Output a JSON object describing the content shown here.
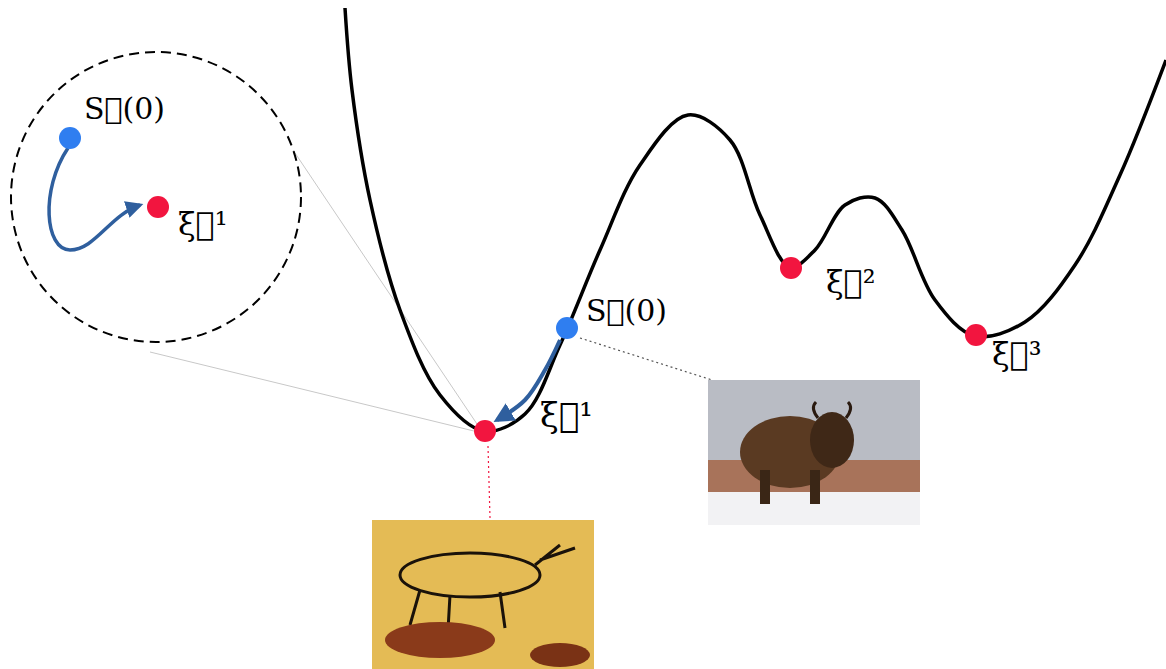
{
  "diagram": {
    "labels": [
      "S⃗(0)",
      "ξ⃗¹",
      "S⃗(0)",
      "ξ⃗¹",
      "ξ⃗²",
      "ξ⃗³"
    ]
  }
}
